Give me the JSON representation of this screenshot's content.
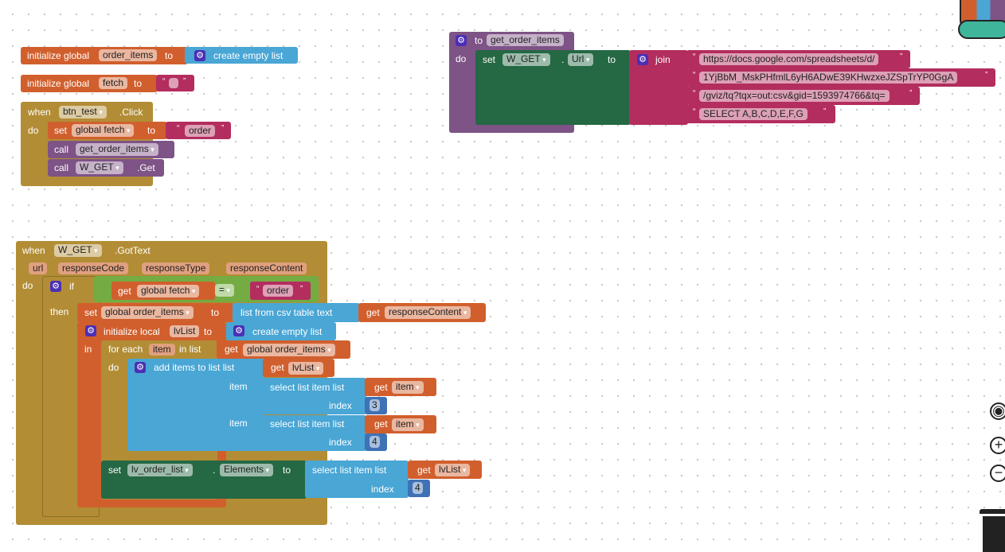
{
  "init_order_items": {
    "label": "initialize global",
    "name": "order_items",
    "to": "to",
    "value": "create empty list"
  },
  "init_fetch": {
    "label": "initialize global",
    "name": "fetch",
    "to": "to",
    "value": ""
  },
  "btn_click": {
    "when": "when",
    "component": "btn_test",
    "event": ".Click",
    "do": "do",
    "set": "set",
    "var": "global fetch",
    "to": "to",
    "value": "order",
    "call1": "call",
    "proc": "get_order_items",
    "call2": "call",
    "comp2": "W_GET",
    "method": ".Get"
  },
  "proc": {
    "to": "to",
    "name": "get_order_items",
    "do": "do",
    "set": "set",
    "comp": "W_GET",
    "dot": ".",
    "prop": "Url",
    "setto": "to",
    "join": "join",
    "strings": [
      "https://docs.google.com/spreadsheets/d/",
      "1YjBbM_MskPHfmlL6yH6ADwE39KHwzxeJZSpTrYP0GgA",
      "/gviz/tq?tqx=out:csv&gid=1593974766&tq=",
      "SELECT A,B,C,D,E,F,G"
    ]
  },
  "gottext": {
    "when": "when",
    "component": "W_GET",
    "event": ".GotText",
    "params": [
      "url",
      "responseCode",
      "responseType",
      "responseContent"
    ],
    "do": "do",
    "if": "if",
    "get": "get",
    "fetch": "global fetch",
    "eq": "=",
    "order": "order",
    "then": "then",
    "set": "set",
    "order_items": "global order_items",
    "to": "to",
    "csv": "list from csv table  text",
    "get2": "get",
    "resp": "responseContent",
    "init_local": "initialize local",
    "lvlist": "lvList",
    "to2": "to",
    "empty": "create empty list",
    "in": "in",
    "foreach": "for each",
    "item": "item",
    "inlist": "in list",
    "get3": "get",
    "order_items2": "global order_items",
    "do2": "do",
    "add": "add items to list   list",
    "get4": "get",
    "lvlist2": "lvList",
    "item_lbl": "item",
    "select": "select list item  list",
    "get5": "get",
    "item_var": "item",
    "index": "index",
    "idx1": "3",
    "idx2": "4",
    "set2": "set",
    "lv": "lv_order_list",
    "dot": ".",
    "elements": "Elements",
    "to3": "to",
    "select2": "select list item  list",
    "get6": "get",
    "lvlist3": "lvList",
    "idx3": "4"
  }
}
